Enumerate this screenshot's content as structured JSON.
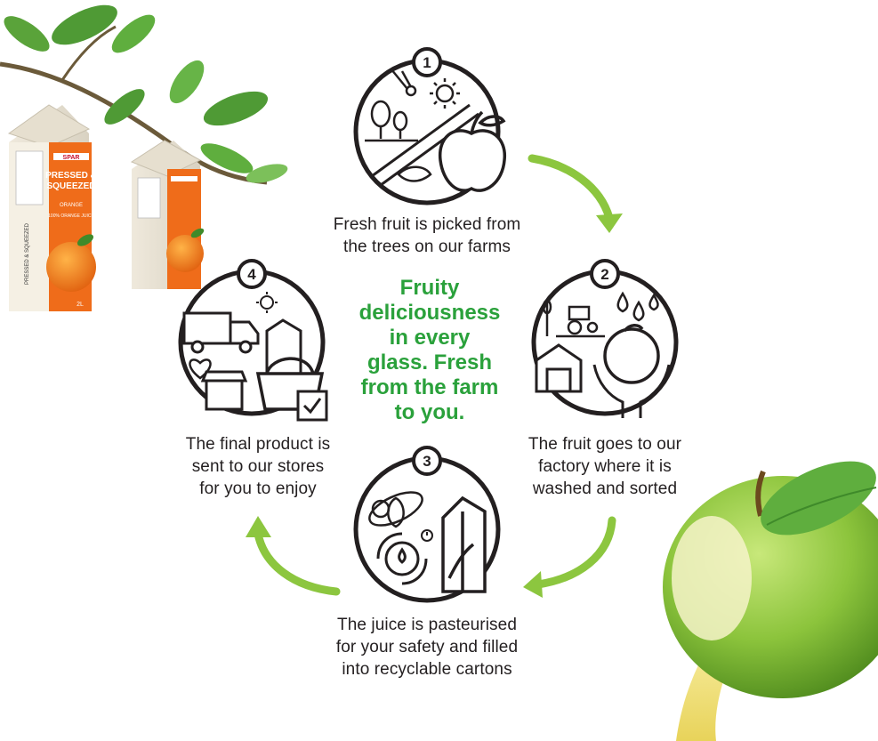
{
  "center_title": {
    "lines": [
      "Fruity",
      "deliciousness",
      "in every",
      "glass. Fresh",
      "from the farm",
      "to you."
    ]
  },
  "steps": [
    {
      "number": "1",
      "caption": [
        "Fresh fruit is picked from",
        "the trees on our farms"
      ]
    },
    {
      "number": "2",
      "caption": [
        "The fruit goes to our",
        "factory where it is",
        "washed and sorted"
      ]
    },
    {
      "number": "3",
      "caption": [
        "The juice is pasteurised",
        "for your safety and filled",
        "into recyclable cartons"
      ]
    },
    {
      "number": "4",
      "caption": [
        "The final product is",
        "sent to our stores",
        "for you to enjoy"
      ]
    }
  ],
  "packaging": {
    "brand": "SPAR",
    "product_lines": [
      "PRESSED &",
      "SQUEEZED"
    ],
    "flavour": "ORANGE",
    "descriptor": "100% ORANGE JUICE",
    "side_text": "PRESSED & SQUEEZED",
    "size": "2L"
  },
  "colors": {
    "accent_green": "#2aa13b",
    "arrow_green": "#8cc63f",
    "icon_stroke": "#231f20",
    "carton_orange": "#ef6c1a",
    "apple_green": "#8cc43c"
  },
  "icons": [
    "secateurs-icon",
    "sun-icon",
    "tree-icon",
    "apple-icon",
    "tractor-icon",
    "water-drop-icon",
    "barn-icon",
    "hands-icon",
    "gear-icon",
    "carton-icon",
    "truck-icon",
    "heart-icon",
    "store-icon",
    "basket-icon",
    "checkbox-icon"
  ]
}
